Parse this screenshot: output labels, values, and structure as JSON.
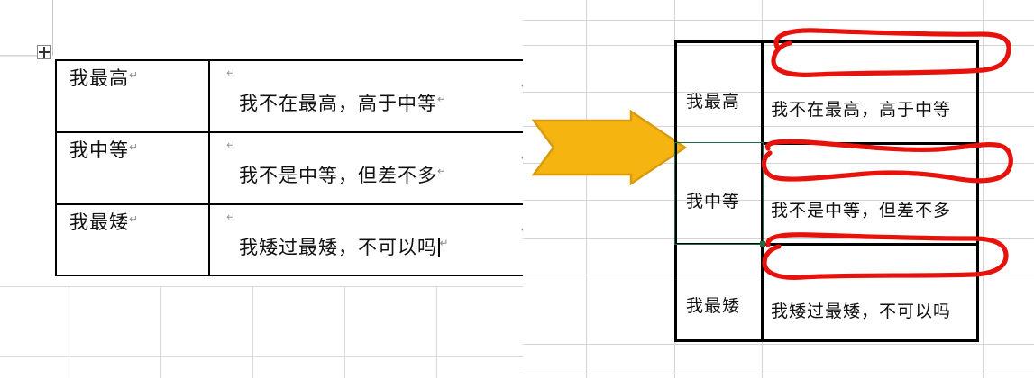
{
  "document": {
    "app_left": "word-document",
    "app_right": "excel-worksheet",
    "table_rows": [
      {
        "label": "我最高",
        "sentence": "我不在最高，高于中等",
        "blank_first_line": true
      },
      {
        "label": "我中等",
        "sentence": "我不是中等，但差不多",
        "blank_first_line": true
      },
      {
        "label": "我最矮",
        "sentence": "我矮过最矮，不可以吗",
        "blank_first_line": true
      }
    ]
  },
  "word": {
    "paragraph_mark": "↵",
    "row_end_mark": "↵",
    "move_handle_icon": "table-move-handle-icon",
    "resize_handle_icon": "table-resize-handle-icon"
  },
  "excel": {
    "selected_cell_text": "我中等",
    "selection_color": "#1f6b43",
    "gridline_color": "#d4d4d4",
    "table_border_color": "#000000"
  },
  "arrow": {
    "icon": "right-block-arrow-icon",
    "fill": "#f5b410",
    "stroke": "#d79a10",
    "direction": "right"
  },
  "annotations": {
    "ink_color": "#e8120c",
    "shapes": [
      {
        "name": "red-oval-row-1",
        "target": "empty space above first sentence"
      },
      {
        "name": "red-oval-row-2",
        "target": "empty space above second sentence"
      },
      {
        "name": "red-oval-row-3",
        "target": "empty space above third sentence"
      }
    ]
  }
}
